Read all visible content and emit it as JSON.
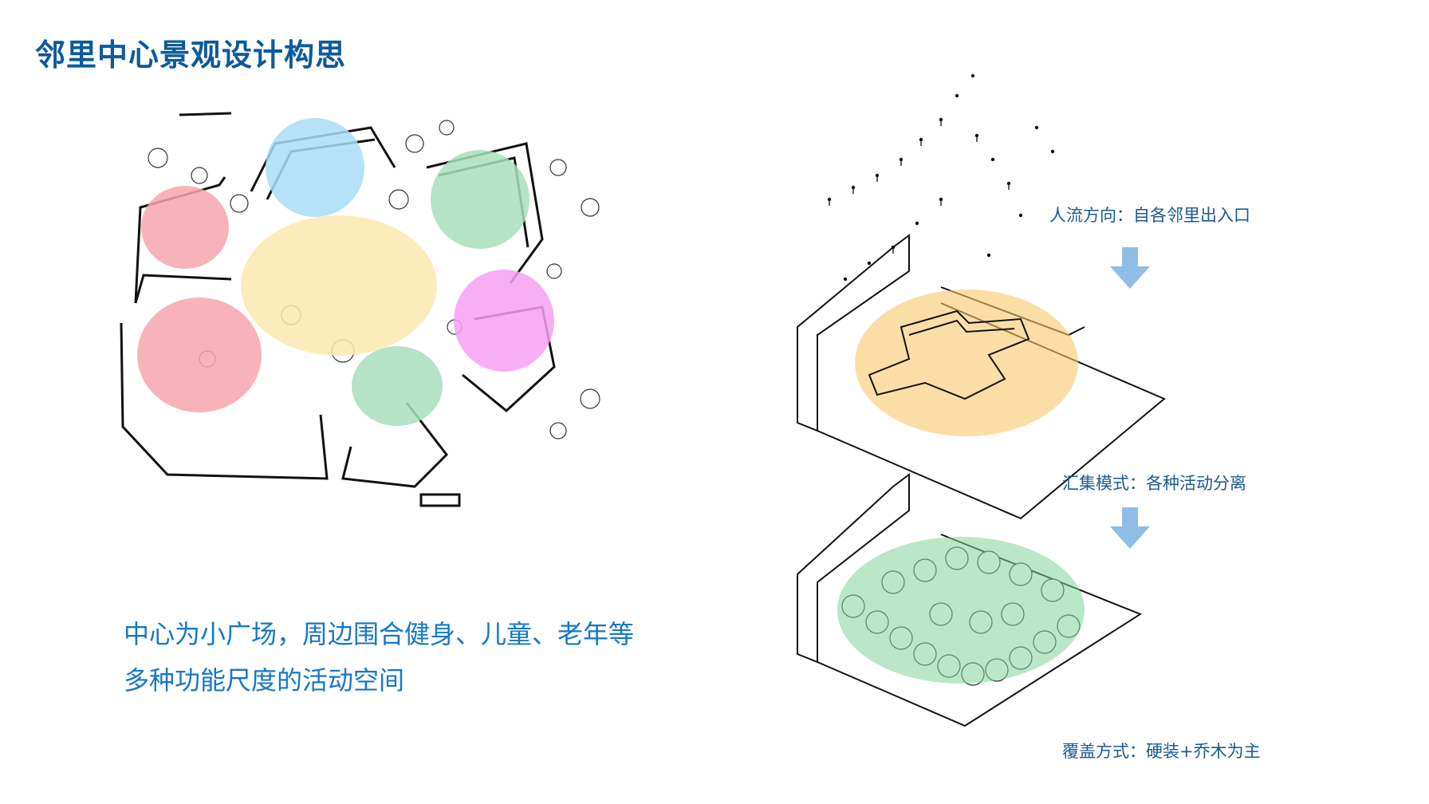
{
  "page": {
    "title": "邻里中心景观设计构思",
    "caption_lines": [
      "中心为小广场，周边围合健身、儿童、老年等",
      "多种功能尺度的活动空间"
    ]
  },
  "diagram": {
    "steps": [
      {
        "label": "人流方向：自各邻里出入口"
      },
      {
        "label": "汇集模式：各种活动分离"
      },
      {
        "label": "覆盖方式：硬装+乔木为主"
      }
    ]
  },
  "colors": {
    "title": "#0d5a9c",
    "caption": "#1677c9",
    "step_label": "#1c5a93",
    "arrow": "#8fbde6",
    "zone_blue": "#a8ddf5",
    "zone_red": "#f7a6ae",
    "zone_green": "#a9dfbd",
    "zone_yellow": "#fde9b0",
    "zone_magenta": "#f7a0f3",
    "zone_orange": "#f8c86a",
    "zone_tree_green": "#7fd39b"
  }
}
